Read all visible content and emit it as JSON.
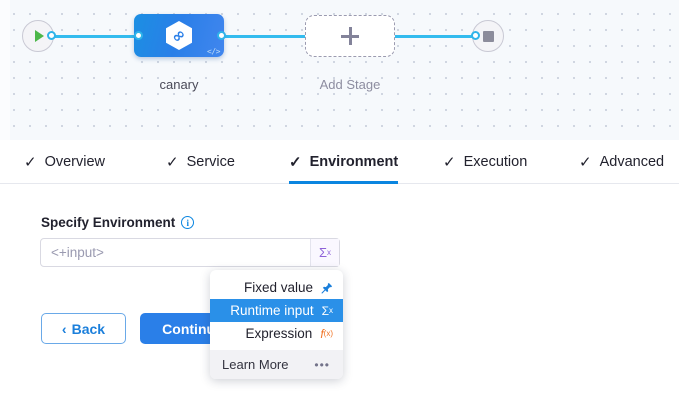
{
  "canvas": {
    "start_node": {
      "icon": "play-icon"
    },
    "end_node": {
      "icon": "stop-icon"
    },
    "stage": {
      "label": "canary",
      "icon": "harness-hexagon-icon",
      "code_badge": "</>"
    },
    "add_stage": {
      "label": "Add Stage",
      "icon": "plus-icon"
    }
  },
  "tabs": [
    {
      "label": "Overview",
      "check": "✓",
      "active": false
    },
    {
      "label": "Service",
      "check": "✓",
      "active": false
    },
    {
      "label": "Environment",
      "check": "✓",
      "active": true
    },
    {
      "label": "Execution",
      "check": "✓",
      "active": false
    },
    {
      "label": "Advanced",
      "check": "✓",
      "active": false
    }
  ],
  "form": {
    "field_label": "Specify Environment",
    "info_icon_glyph": "i",
    "input_value": "<+input>",
    "input_placeholder": "<+input>",
    "input_affix_glyph": "Σ",
    "input_affix_sup": "x"
  },
  "buttons": {
    "back_label": "Back",
    "back_chevron": "‹",
    "continue_label": "Continue"
  },
  "dropdown": {
    "items": [
      {
        "label": "Fixed value",
        "icon": "pin-icon",
        "glyph": "📌",
        "selected": false
      },
      {
        "label": "Runtime input",
        "icon": "sigma-icon",
        "glyph": "Σ",
        "selected": true
      },
      {
        "label": "Expression",
        "icon": "fx-icon",
        "glyph": "f",
        "selected": false
      }
    ],
    "footer_label": "Learn More",
    "footer_icon": "more-dots-icon",
    "footer_glyph": "•••"
  },
  "colors": {
    "accent_blue": "#2a7fe8",
    "link_blue": "#33bbee",
    "selected_blue": "#2a90e8",
    "purple": "#8e63d8",
    "orange": "#f07324",
    "green": "#4cb749",
    "canvas_bg": "#f6f9fc"
  }
}
